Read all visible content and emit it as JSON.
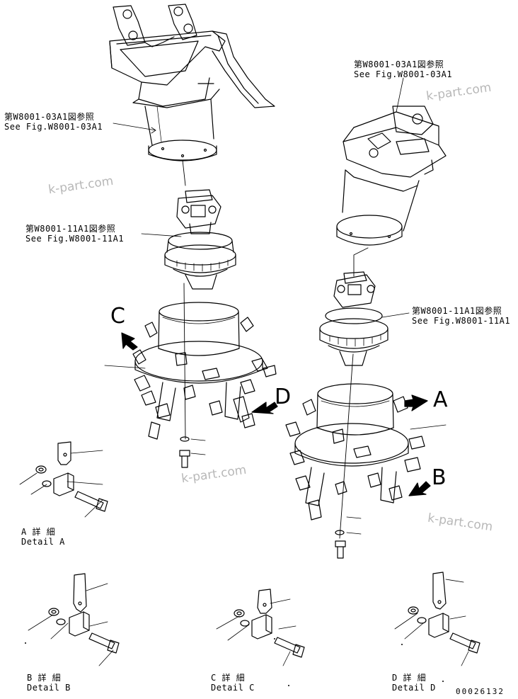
{
  "references": {
    "top_left_ja": "第W8001-03A1図参照",
    "top_left_en": "See Fig.W8001-03A1",
    "top_right_ja": "第W8001-03A1図参照",
    "top_right_en": "See Fig.W8001-03A1",
    "mid_left_ja": "第W8001-11A1図参照",
    "mid_left_en": "See Fig.W8001-11A1",
    "mid_right_ja": "第W8001-11A1図参照",
    "mid_right_en": "See Fig.W8001-11A1"
  },
  "view_letters": {
    "a": "A",
    "b": "B",
    "c": "C",
    "d": "D"
  },
  "details": {
    "a_ja": "A 詳 細",
    "a_en": "Detail A",
    "b_ja": "B 詳 細",
    "b_en": "Detail B",
    "c_ja": "C 詳 細",
    "c_en": "Detail C",
    "d_ja": "D 詳 細",
    "d_en": "Detail D"
  },
  "watermark": "k-part.com",
  "drawing_number": "00026132"
}
